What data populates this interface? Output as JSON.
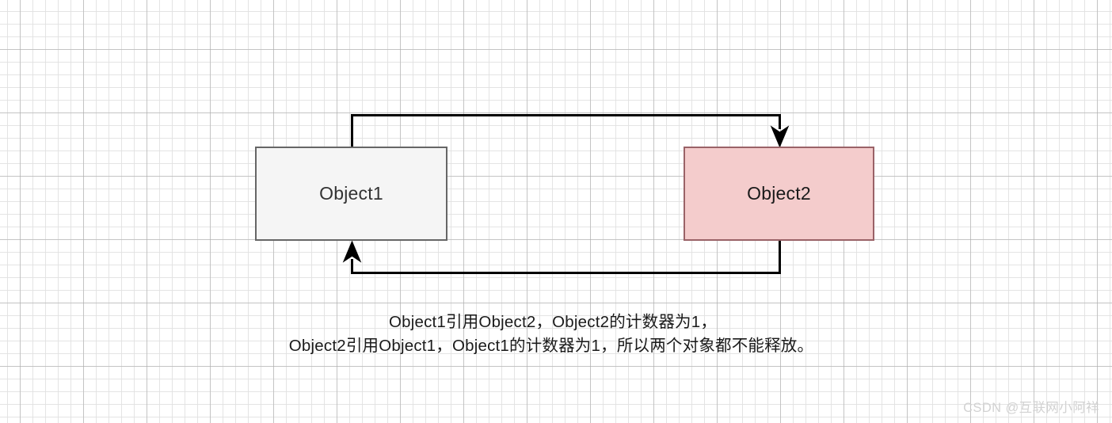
{
  "diagram": {
    "background": {
      "grid_minor_color": "#e1e1e1",
      "grid_major_color": "#aaaaaa",
      "page_color": "#ffffff"
    },
    "nodes": [
      {
        "id": "object1",
        "label": "Object1",
        "fill": "#f5f5f5",
        "stroke": "#666666",
        "text_color": "#333333"
      },
      {
        "id": "object2",
        "label": "Object2",
        "fill": "#f4cccc",
        "stroke": "#9a6267",
        "text_color": "#1a1a1a"
      }
    ],
    "connectors": [
      {
        "id": "object1-to-object2",
        "from": "object1",
        "to": "object2",
        "style": "orthogonal-top",
        "arrowhead": "classic",
        "color": "#000000"
      },
      {
        "id": "object2-to-object1",
        "from": "object2",
        "to": "object1",
        "style": "orthogonal-bottom",
        "arrowhead": "classic",
        "color": "#000000"
      }
    ],
    "caption": {
      "line1": "Object1引用Object2，Object2的计数器为1，",
      "line2": "Object2引用Object1，Object1的计数器为1，所以两个对象都不能释放。"
    },
    "watermark": {
      "text": "CSDN @互联网小阿祥",
      "color": "#d2d2d2"
    }
  }
}
